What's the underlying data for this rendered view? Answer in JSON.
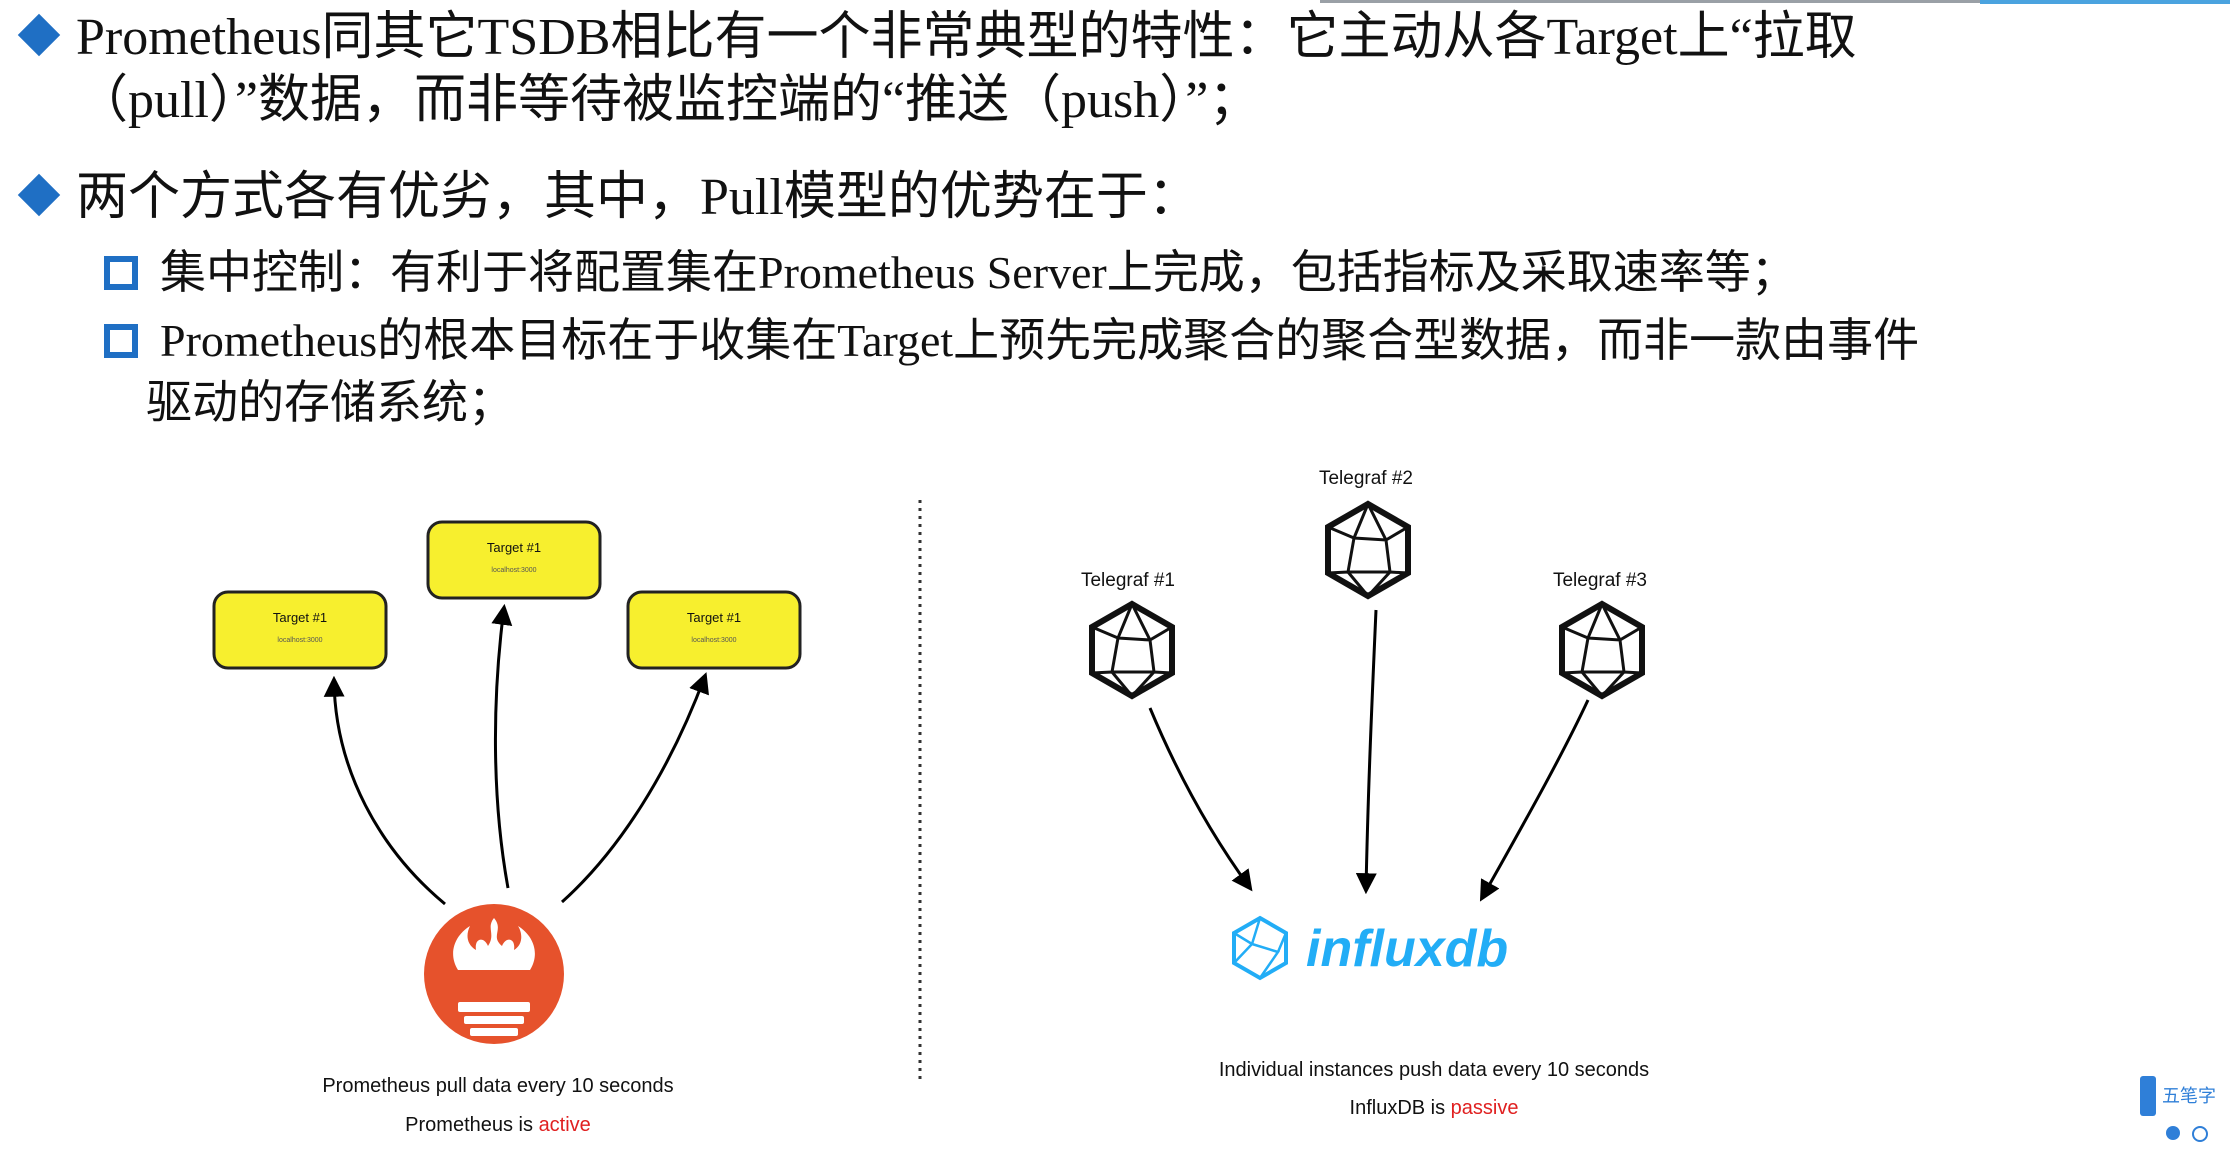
{
  "slide": {
    "bullet1_line1": "Prometheus同其它TSDB相比有一个非常典型的特性：它主动从各Target上“拉取",
    "bullet1_line2": "（pull）”数据，而非等待被监控端的“推送（push）”；",
    "bullet2": "两个方式各有优劣，其中，Pull模型的优势在于：",
    "sub1": " 集中控制：有利于将配置集在Prometheus Server上完成，包括指标及采取速率等；",
    "sub2_line1": "Prometheus的根本目标在于收集在Target上预先完成聚合的聚合型数据，而非一款由事件",
    "sub2_line2": "驱动的存储系统；"
  },
  "pull_diagram": {
    "targets": [
      {
        "label": "Target #1",
        "sub": "localhost:3000"
      },
      {
        "label": "Target #1",
        "sub": "localhost:3000"
      },
      {
        "label": "Target #1",
        "sub": "localhost:3000"
      }
    ],
    "caption": "Prometheus pull data every 10 seconds",
    "status_prefix": "Prometheus is ",
    "status_word": "active"
  },
  "push_diagram": {
    "telegrafs": [
      "Telegraf #1",
      "Telegraf #2",
      "Telegraf #3"
    ],
    "logo_text": "influxdb",
    "caption": "Individual instances push data every 10 seconds",
    "status_prefix": "InfluxDB is ",
    "status_word": "passive"
  },
  "colors": {
    "bullet": "#1f6fc4",
    "target_fill": "#f7ef2e",
    "prometheus": "#e6522c",
    "influx": "#22adf6",
    "status_red": "#e02020"
  },
  "taskbar": {
    "ime_label": "五笔字"
  },
  "icons": [
    "diamond-bullet-icon",
    "square-bullet-icon",
    "prometheus-torch-icon",
    "telegraf-polyhedron-icon",
    "influxdb-logo-icon",
    "ime-icon"
  ]
}
